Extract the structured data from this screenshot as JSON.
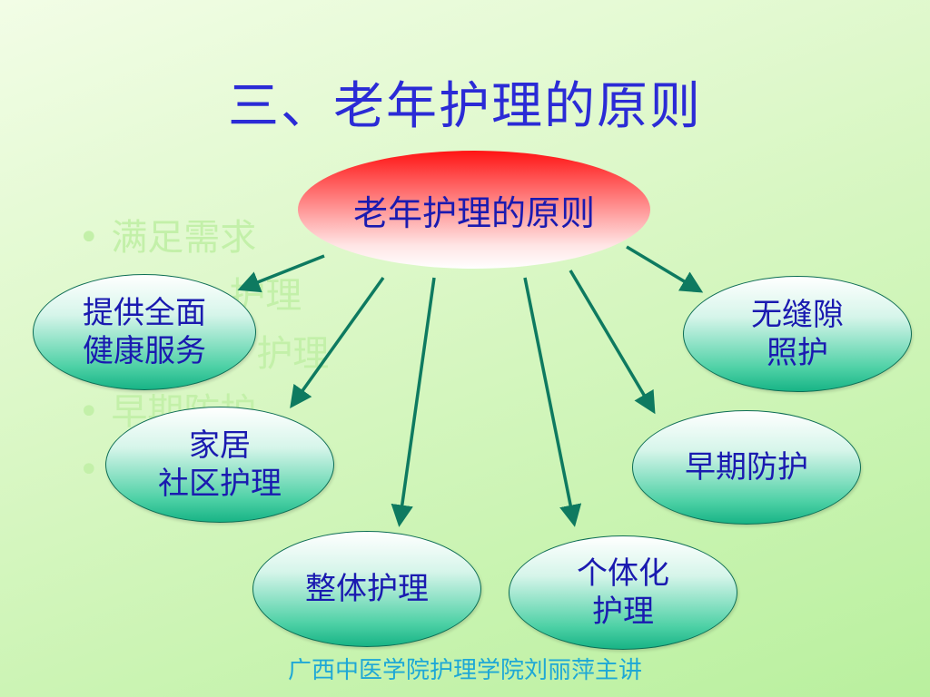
{
  "title": "三、老年护理的原则",
  "background_list": [
    "满足需求",
    "护理",
    "护理",
    "早期防护",
    ""
  ],
  "diagram": {
    "center": "老年护理的原则",
    "nodes": [
      {
        "id": "comprehensive",
        "label": "提供全面\n健康服务"
      },
      {
        "id": "seamless",
        "label": "无缝隙\n照护"
      },
      {
        "id": "community",
        "label": "家居\n社区护理"
      },
      {
        "id": "early",
        "label": "早期防护"
      },
      {
        "id": "holistic",
        "label": "整体护理"
      },
      {
        "id": "individual",
        "label": "个体化\n护理"
      }
    ],
    "colors": {
      "text": "#1a1ab0",
      "arrow": "#0e7a60",
      "center_top": "#ff1414"
    }
  },
  "footer": "广西中医学院护理学院刘丽萍主讲"
}
